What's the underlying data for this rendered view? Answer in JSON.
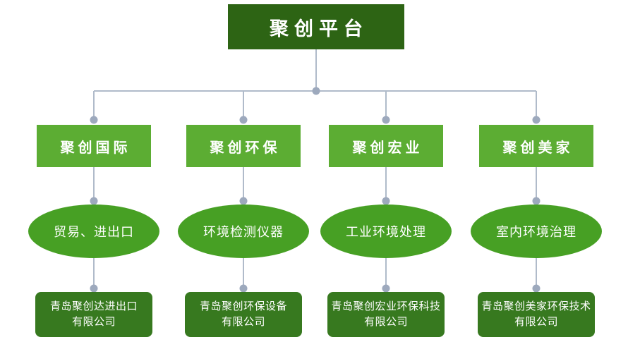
{
  "root": {
    "label": "聚创平台"
  },
  "branches": [
    {
      "level2": "聚创国际",
      "ellipse": "贸易、进出口",
      "company_line1": "青岛聚创达进出口",
      "company_line2": "有限公司"
    },
    {
      "level2": "聚创环保",
      "ellipse": "环境检测仪器",
      "company_line1": "青岛聚创环保设备",
      "company_line2": "有限公司"
    },
    {
      "level2": "聚创宏业",
      "ellipse": "工业环境处理",
      "company_line1": "青岛聚创宏业环保科技",
      "company_line2": "有限公司"
    },
    {
      "level2": "聚创美家",
      "ellipse": "室内环境治理",
      "company_line1": "青岛聚创美家环保技术",
      "company_line2": "有限公司"
    }
  ],
  "colors": {
    "background": "#ffffff",
    "text": "#ffffff",
    "root_bg": "#2d6414",
    "level2_bg": "#5cad33",
    "ellipse_bg": "#47a024",
    "company_bg": "#37791f",
    "connector_line": "#b0bbca",
    "connector_dot": "#9da9bd"
  }
}
